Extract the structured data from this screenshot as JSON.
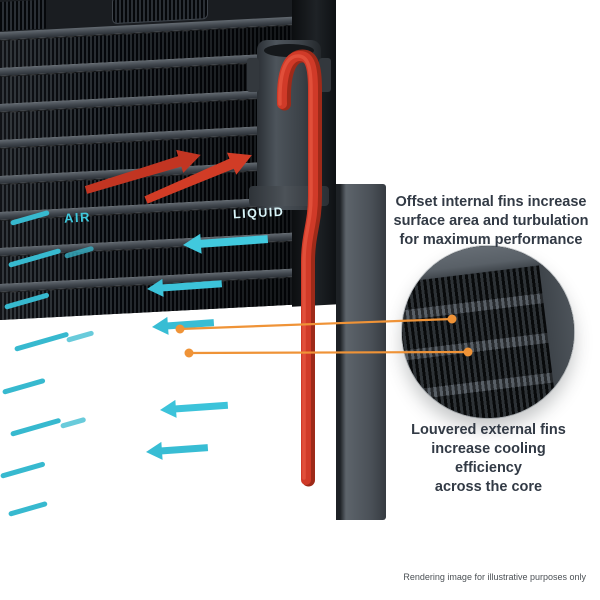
{
  "labels": {
    "air": "AIR",
    "liquid": "LIQUID"
  },
  "annotations": {
    "offset_fins": "Offset internal fins increase\nsurface area and turbulation\nfor maximum performance",
    "louvered_fins": "Louvered external fins\nincrease cooling efficiency\nacross the core"
  },
  "footer": {
    "disclaimer": "Rendering image for illustrative purposes only"
  },
  "colors": {
    "air_flow": "#3cc3da",
    "hot_air": "#d13c26",
    "liquid": "#d03a28",
    "callout": "#ef9337",
    "annotation_text": "#323a45",
    "core_dark": "#0a0c0f",
    "metal_gray": "#4a5057"
  }
}
